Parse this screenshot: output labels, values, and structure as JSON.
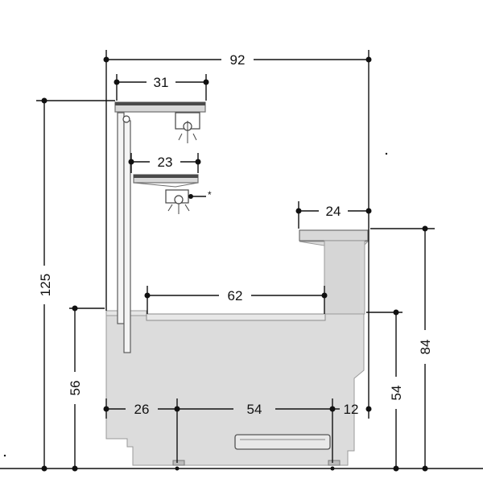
{
  "dimensions": {
    "overall_width": "92",
    "top_shelf_width": "31",
    "middle_shelf_width": "23",
    "counter_width": "24",
    "well_width": "62",
    "overall_height": "125",
    "counter_height": "84",
    "front_height": "56",
    "inner_height": "54",
    "base_front": "26",
    "base_middle": "54",
    "base_rear": "12"
  },
  "annotations": {
    "lamp_mark": "*"
  },
  "colors": {
    "line": "#111111",
    "body": "#dcdcdc",
    "shelf_edge": "#4a4a4a"
  }
}
